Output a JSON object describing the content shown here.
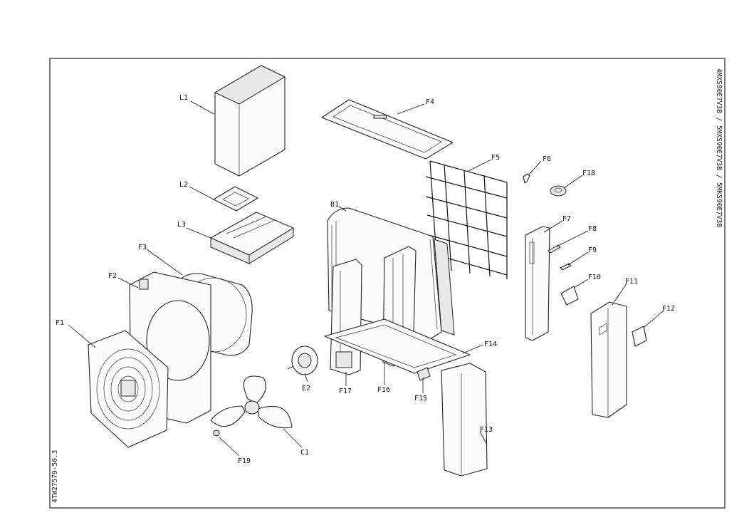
{
  "drawing": {
    "model_codes": "4MXS80E7V3B / 5MXS90E7V3B / 5MKS90E7V3B",
    "drawing_number": "4TW27579-50.3"
  },
  "parts": [
    {
      "id": "L1"
    },
    {
      "id": "L2"
    },
    {
      "id": "L3"
    },
    {
      "id": "F1"
    },
    {
      "id": "F2"
    },
    {
      "id": "F3"
    },
    {
      "id": "F4"
    },
    {
      "id": "F5"
    },
    {
      "id": "F6"
    },
    {
      "id": "F7"
    },
    {
      "id": "F8"
    },
    {
      "id": "F9"
    },
    {
      "id": "F10"
    },
    {
      "id": "F11"
    },
    {
      "id": "F12"
    },
    {
      "id": "F13"
    },
    {
      "id": "F14"
    },
    {
      "id": "F15"
    },
    {
      "id": "F16"
    },
    {
      "id": "F17"
    },
    {
      "id": "F18"
    },
    {
      "id": "F19"
    },
    {
      "id": "B1"
    },
    {
      "id": "E2"
    },
    {
      "id": "C1"
    }
  ]
}
